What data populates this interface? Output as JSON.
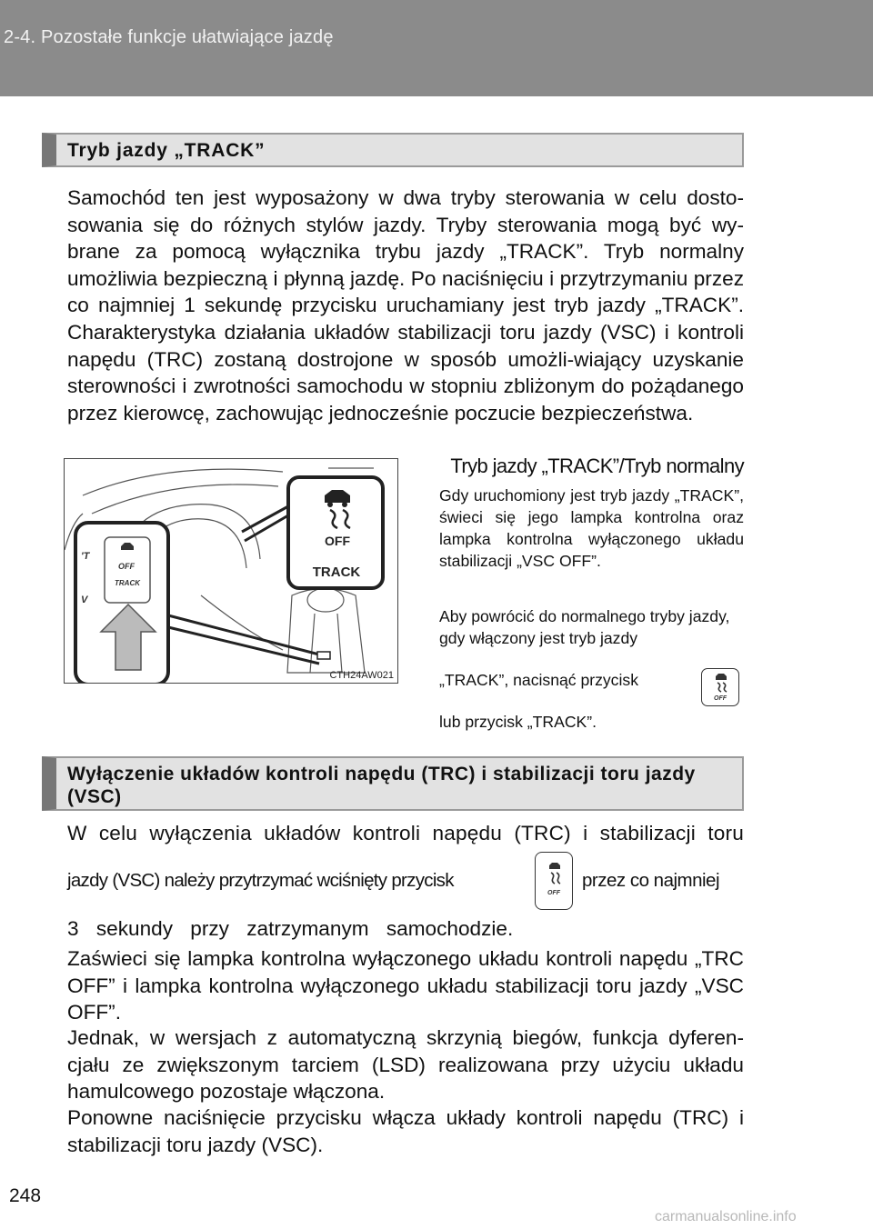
{
  "header": {
    "title": "2-4. Pozostałe funkcje ułatwiające jazdę"
  },
  "section1": {
    "title": "Tryb jazdy „TRACK”",
    "paragraph": "Samochód ten jest wyposażony w dwa tryby sterowania w celu dosto-sowania się do różnych stylów jazdy. Tryby sterowania mogą być wy-brane za pomocą wyłącznika trybu jazdy „TRACK”. Tryb normalny umożliwia bezpieczną i płynną jazdę. Po naciśnięciu i przytrzymaniu przez co najmniej 1 sekundę przycisku uruchamiany jest tryb jazdy „TRACK”. Charakterystyka działania układów stabilizacji toru jazdy (VSC) i kontroli napędu (TRC) zostaną dostrojone w sposób umożli-wiający uzyskanie sterowności i zwrotności samochodu w stopniu zbliżonym do pożądanego przez kierowcę, zachowując jednocześnie poczucie bezpieczeństwa.",
    "figure": {
      "code": "CTH24AW021",
      "button_off_label": "OFF",
      "button_track_label": "TRACK",
      "small_off": "OFF",
      "small_track": "TRACK"
    },
    "caption": "Tryb jazdy „TRACK”/Tryb normalny",
    "note1": "Gdy uruchomiony jest tryb jazdy „TRACK”, świeci się jego lampka kontrolna oraz lampka kontrolna wyłączonego układu stabilizacji „VSC OFF”.",
    "note2": "Aby powrócić do normalnego tryby jazdy, gdy włączony jest tryb jazdy",
    "note3": "„TRACK”, nacisnąć przycisk",
    "note4": "lub przycisk „TRACK”.",
    "icon_off": "OFF"
  },
  "section2": {
    "title": "Wyłączenie układów kontroli napędu (TRC) i stabilizacji toru jazdy (VSC)",
    "line1": "W celu wyłączenia układów kontroli napędu (TRC) i stabilizacji toru",
    "line2a": "jazdy (VSC) należy przytrzymać wciśnięty przycisk",
    "line2b": "przez co najmniej",
    "line3": "3 sekundy przy zatrzymanym samochodzie.",
    "paragraph2": "Zaświeci się lampka kontrolna wyłączonego układu kontroli napędu „TRC OFF” i lampka kontrolna wyłączonego układu stabilizacji toru jazdy „VSC OFF”.",
    "paragraph3": "Jednak, w wersjach z automatyczną skrzynią biegów, funkcja dyferen-cjału ze zwiększonym tarciem (LSD) realizowana przy użyciu układu hamulcowego pozostaje włączona.",
    "paragraph4": "Ponowne naciśnięcie przycisku włącza układy kontroli napędu (TRC) i stabilizacji toru jazdy (VSC).",
    "icon_off": "OFF"
  },
  "page_number": "248",
  "watermark": "carmanualsonline.info"
}
